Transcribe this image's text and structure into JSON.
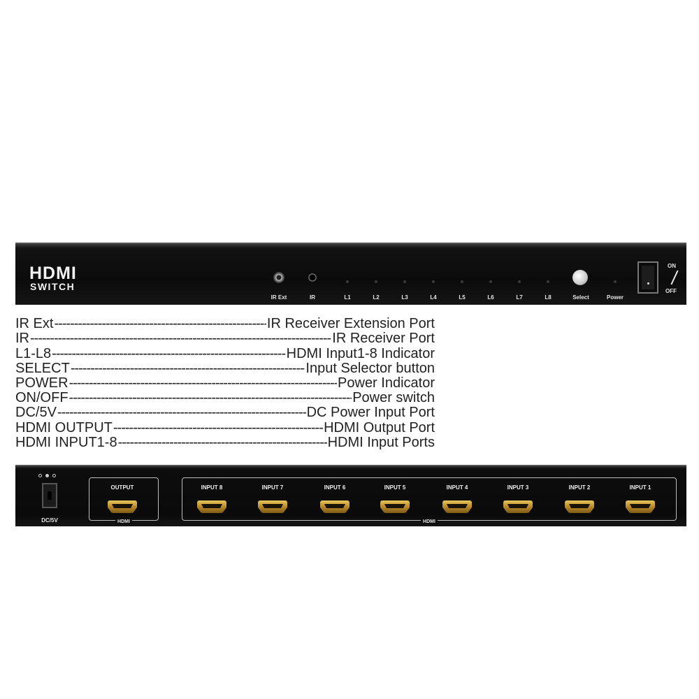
{
  "front_panel": {
    "brand_line1": "HDMI",
    "brand_line2": "SWITCH",
    "ir_ext_label": "IR Ext",
    "ir_label": "IR",
    "leds": [
      "L1",
      "L2",
      "L3",
      "L4",
      "L5",
      "L6",
      "L7",
      "L8"
    ],
    "select_label": "Select",
    "power_label": "Power",
    "switch_on": "ON",
    "switch_off": "OFF"
  },
  "legend": [
    {
      "term": "IR Ext",
      "desc": "IR Receiver Extension Port"
    },
    {
      "term": "IR",
      "desc": "IR Receiver Port"
    },
    {
      "term": "L1-L8",
      "desc": "HDMI Input1-8 Indicator"
    },
    {
      "term": "SELECT",
      "desc": "Input Selector button"
    },
    {
      "term": "POWER",
      "desc": "Power Indicator"
    },
    {
      "term": "ON/OFF",
      "desc": "Power switch"
    },
    {
      "term": "DC/5V",
      "desc": "DC Power Input Port"
    },
    {
      "term": "HDMI OUTPUT",
      "desc": "HDMI Output Port"
    },
    {
      "term": "HDMI INPUT1-8",
      "desc": "HDMI Input Ports"
    }
  ],
  "rear_panel": {
    "dc_label": "DC/5V",
    "output_label": "OUTPUT",
    "output_group_label": "HDMI",
    "input_group_label": "HDMI",
    "inputs": [
      "INPUT 8",
      "INPUT 7",
      "INPUT 6",
      "INPUT 5",
      "INPUT 4",
      "INPUT 3",
      "INPUT 2",
      "INPUT 1"
    ]
  }
}
